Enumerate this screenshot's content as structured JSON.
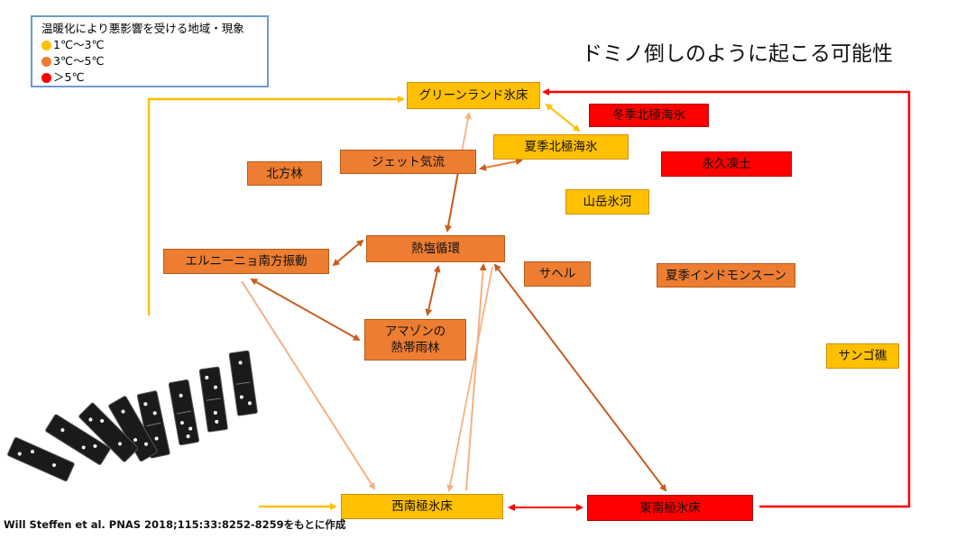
{
  "title": "ドミノ倒しのように起こる可能性",
  "legend": {
    "heading": "温暖化により悪影響を受ける地域・現象",
    "items": [
      {
        "label": "1℃〜3℃",
        "color": "#ffc000"
      },
      {
        "label": "3℃〜5℃",
        "color": "#ed7d31"
      },
      {
        "label": "＞5℃",
        "color": "#ff0000"
      }
    ]
  },
  "colors": {
    "level1": "#ffc000",
    "level2": "#ed7d31",
    "level3": "#ff0000"
  },
  "nodes": {
    "greenland": "グリーンランド氷床",
    "arctic_winter": "冬季北極海氷",
    "arctic_summer": "夏季北極海氷",
    "jet": "ジェット気流",
    "boreal": "北方林",
    "permafrost": "永久凍土",
    "mountain_glacier": "山岳氷河",
    "thermohaline": "熱塩循環",
    "enso": "エルニーニョ南方振動",
    "sahel": "サヘル",
    "monsoon": "夏季インドモンスーン",
    "amazon_line1": "アマゾンの",
    "amazon_line2": "熱帯雨林",
    "coral": "サンゴ礁",
    "west_antarctic": "西南極氷床",
    "east_antarctic": "東南極氷床"
  },
  "source": "Will Steffen et al. PNAS 2018;115:33:8252-8259をもとに作成",
  "dominoes": {
    "count": 8,
    "icon": "domino-icon"
  }
}
